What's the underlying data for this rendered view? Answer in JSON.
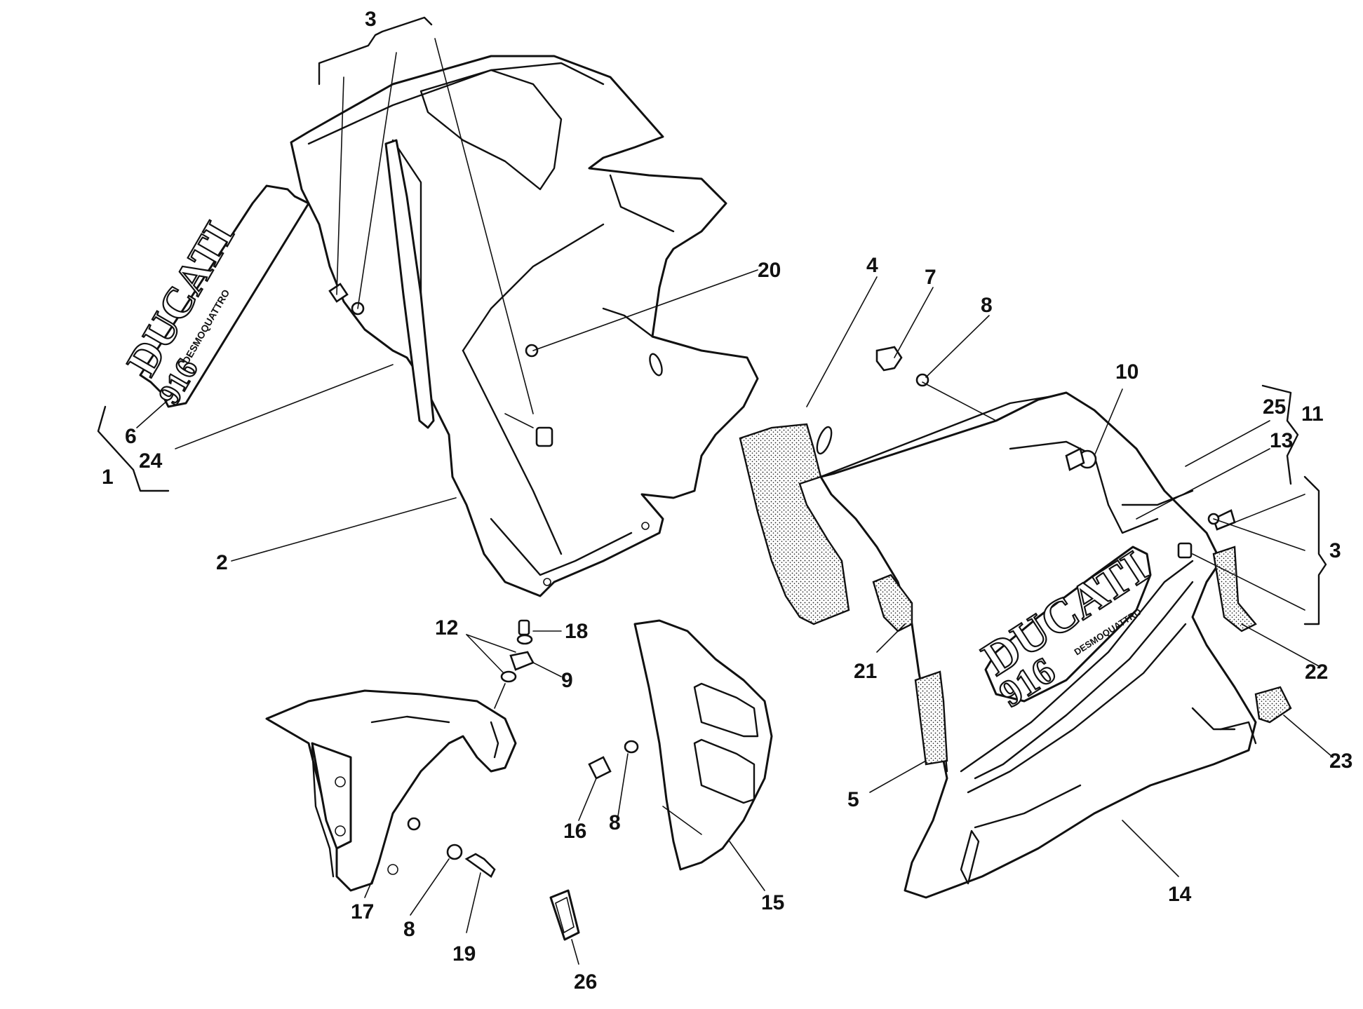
{
  "callouts": [
    {
      "id": "c1",
      "label": "1"
    },
    {
      "id": "c2",
      "label": "2"
    },
    {
      "id": "c3a",
      "label": "3"
    },
    {
      "id": "c3b",
      "label": "3"
    },
    {
      "id": "c4",
      "label": "4"
    },
    {
      "id": "c5",
      "label": "5"
    },
    {
      "id": "c6",
      "label": "6"
    },
    {
      "id": "c7",
      "label": "7"
    },
    {
      "id": "c8a",
      "label": "8"
    },
    {
      "id": "c8b",
      "label": "8"
    },
    {
      "id": "c8c",
      "label": "8"
    },
    {
      "id": "c9",
      "label": "9"
    },
    {
      "id": "c10",
      "label": "10"
    },
    {
      "id": "c11",
      "label": "11"
    },
    {
      "id": "c12",
      "label": "12"
    },
    {
      "id": "c13",
      "label": "13"
    },
    {
      "id": "c14",
      "label": "14"
    },
    {
      "id": "c15",
      "label": "15"
    },
    {
      "id": "c16",
      "label": "16"
    },
    {
      "id": "c17",
      "label": "17"
    },
    {
      "id": "c18",
      "label": "18"
    },
    {
      "id": "c19",
      "label": "19"
    },
    {
      "id": "c20",
      "label": "20"
    },
    {
      "id": "c21",
      "label": "21"
    },
    {
      "id": "c22",
      "label": "22"
    },
    {
      "id": "c23",
      "label": "23"
    },
    {
      "id": "c24",
      "label": "24"
    },
    {
      "id": "c25",
      "label": "25"
    },
    {
      "id": "c26",
      "label": "26"
    }
  ],
  "decals": {
    "left": {
      "brand": "DUCATI",
      "model": "916",
      "sub": "DESMOQUATTRO"
    },
    "right": {
      "brand": "DUCATI",
      "model": "916",
      "sub": "DESMOQUATTRO"
    }
  }
}
